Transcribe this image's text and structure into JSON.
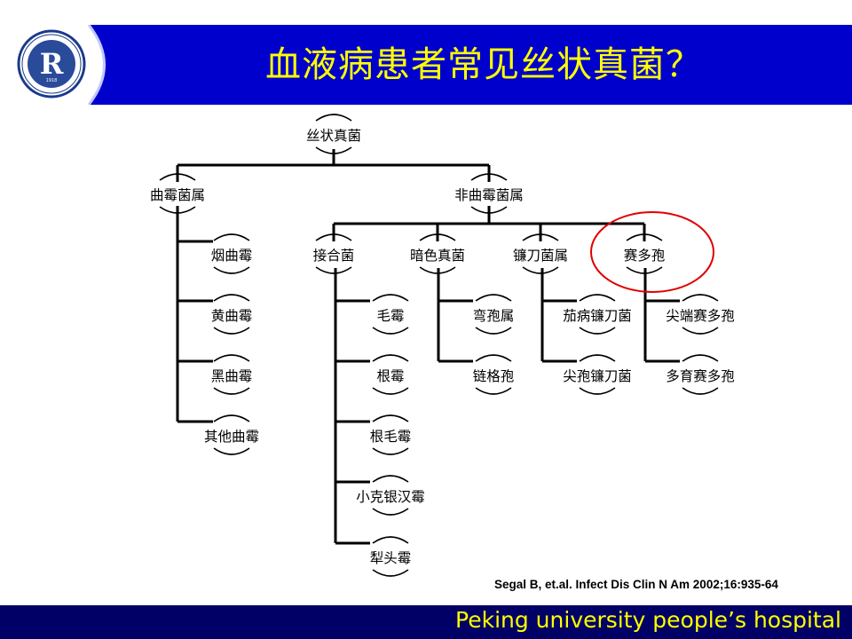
{
  "header": {
    "title": "血液病患者常见丝状真菌？",
    "logo_icon": "hospital-logo-icon",
    "colors": {
      "bar": "#0000cc",
      "title": "#ffff00"
    }
  },
  "tree": {
    "root": "丝状真菌",
    "genus_aspergillus": "曲霉菌属",
    "non_aspergillus": "非曲霉菌属",
    "aspergillus_species": [
      "烟曲霉",
      "黄曲霉",
      "黑曲霉",
      "其他曲霉"
    ],
    "non_asp_groups": [
      "接合菌",
      "暗色真菌",
      "镰刀菌属",
      "赛多孢"
    ],
    "zygomycetes": [
      "毛霉",
      "根霉",
      "根毛霉",
      "小克银汉霉",
      "犁头霉"
    ],
    "dematiaceous": [
      "弯孢属",
      "链格孢"
    ],
    "fusarium": [
      "茄病镰刀菌",
      "尖孢镰刀菌"
    ],
    "scedosporium": [
      "尖端赛多孢",
      "多育赛多孢"
    ],
    "highlighted": "赛多孢",
    "highlight_color": "#e00000"
  },
  "citation": "Segal B, et.al. Infect Dis Clin N Am 2002;16:935-64",
  "footer": {
    "text": "Peking university people’s hospital",
    "colors": {
      "bar": "#000066",
      "text": "#ffff00"
    }
  }
}
